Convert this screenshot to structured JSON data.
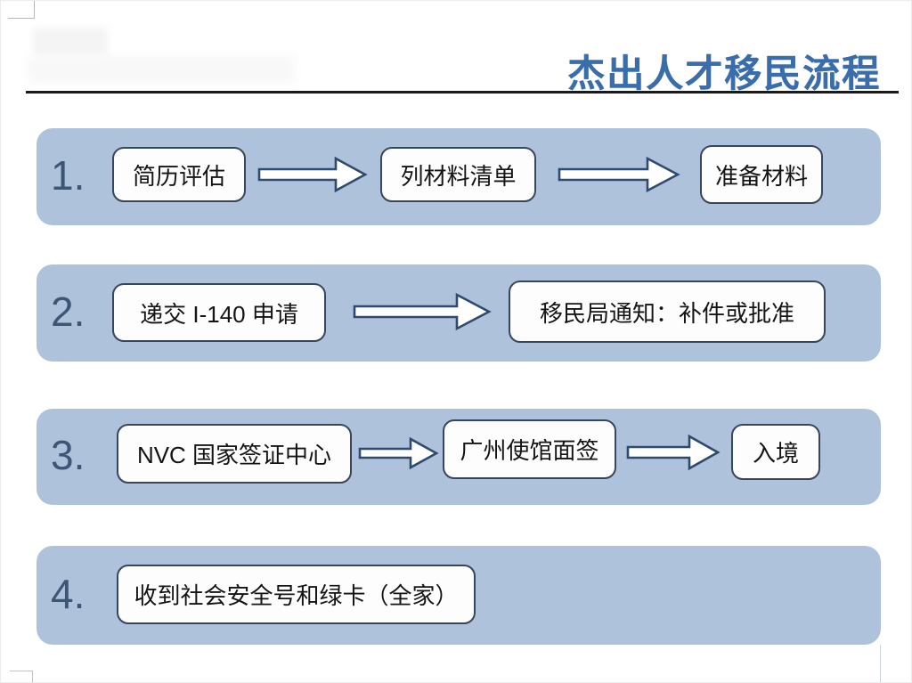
{
  "title": "杰出人才移民流程",
  "colors": {
    "title": "#3a6dab",
    "band": "#aec2dc",
    "number": "#3d5676",
    "box_border": "#39455c",
    "arrow_outline": "#2e4a6e",
    "rule": "#1a1a1a"
  },
  "steps": [
    {
      "number": "1.",
      "boxes": [
        "简历评估",
        "列材料清单",
        "准备材料"
      ]
    },
    {
      "number": "2.",
      "boxes": [
        "递交 I-140 申请",
        "移民局通知：补件或批准"
      ]
    },
    {
      "number": "3.",
      "boxes": [
        "NVC 国家签证中心",
        "广州使馆面签",
        "入境"
      ]
    },
    {
      "number": "4.",
      "boxes": [
        "收到社会安全号和绿卡（全家）"
      ]
    }
  ]
}
